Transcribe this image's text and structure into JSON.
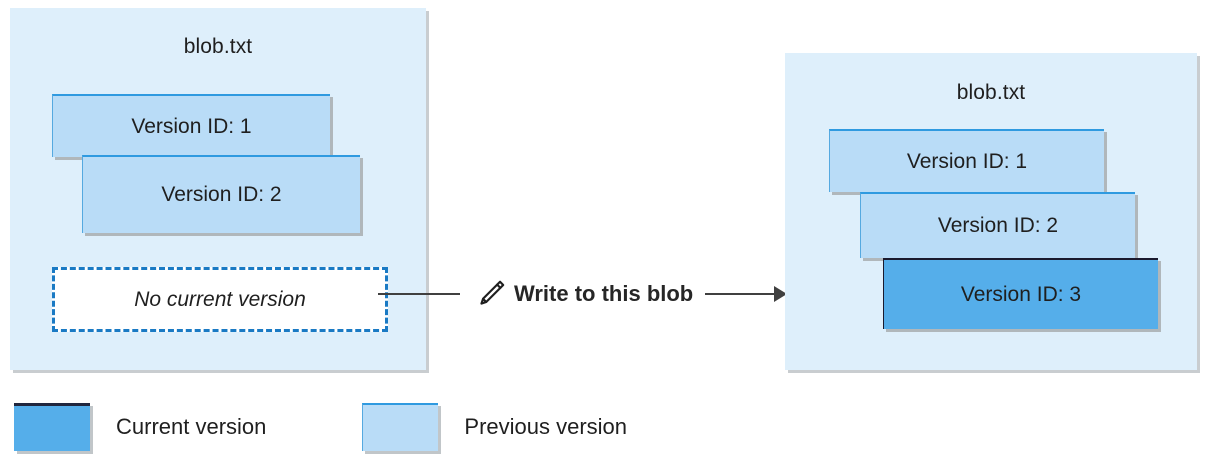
{
  "diagram": {
    "title_before": "blob.txt",
    "title_after": "blob.txt",
    "panel_before": {
      "name": "blob.txt",
      "versions": [
        {
          "label": "Version ID: 1",
          "state": "previous"
        },
        {
          "label": "Version ID: 2",
          "state": "previous"
        }
      ],
      "current_version_placeholder": "No current version"
    },
    "panel_after": {
      "name": "blob.txt",
      "versions": [
        {
          "label": "Version ID: 1",
          "state": "previous"
        },
        {
          "label": "Version ID: 2",
          "state": "previous"
        },
        {
          "label": "Version ID: 3",
          "state": "current"
        }
      ]
    },
    "action": {
      "label": "Write to this blob",
      "icon": "pencil-icon"
    },
    "legend": [
      {
        "label": "Current version",
        "swatch_color": "#55aeea"
      },
      {
        "label": "Previous version",
        "swatch_color": "#b9dcf7"
      }
    ],
    "colors": {
      "panel_background": "#deeffb",
      "previous_version": "#b9dcf7",
      "previous_version_border": "#2f9ae0",
      "current_version": "#55aeea",
      "current_version_border": "#1a1a2e",
      "dashed_border": "#1a7ac4",
      "connector": "#404040",
      "text": "#1f1f1f"
    }
  }
}
